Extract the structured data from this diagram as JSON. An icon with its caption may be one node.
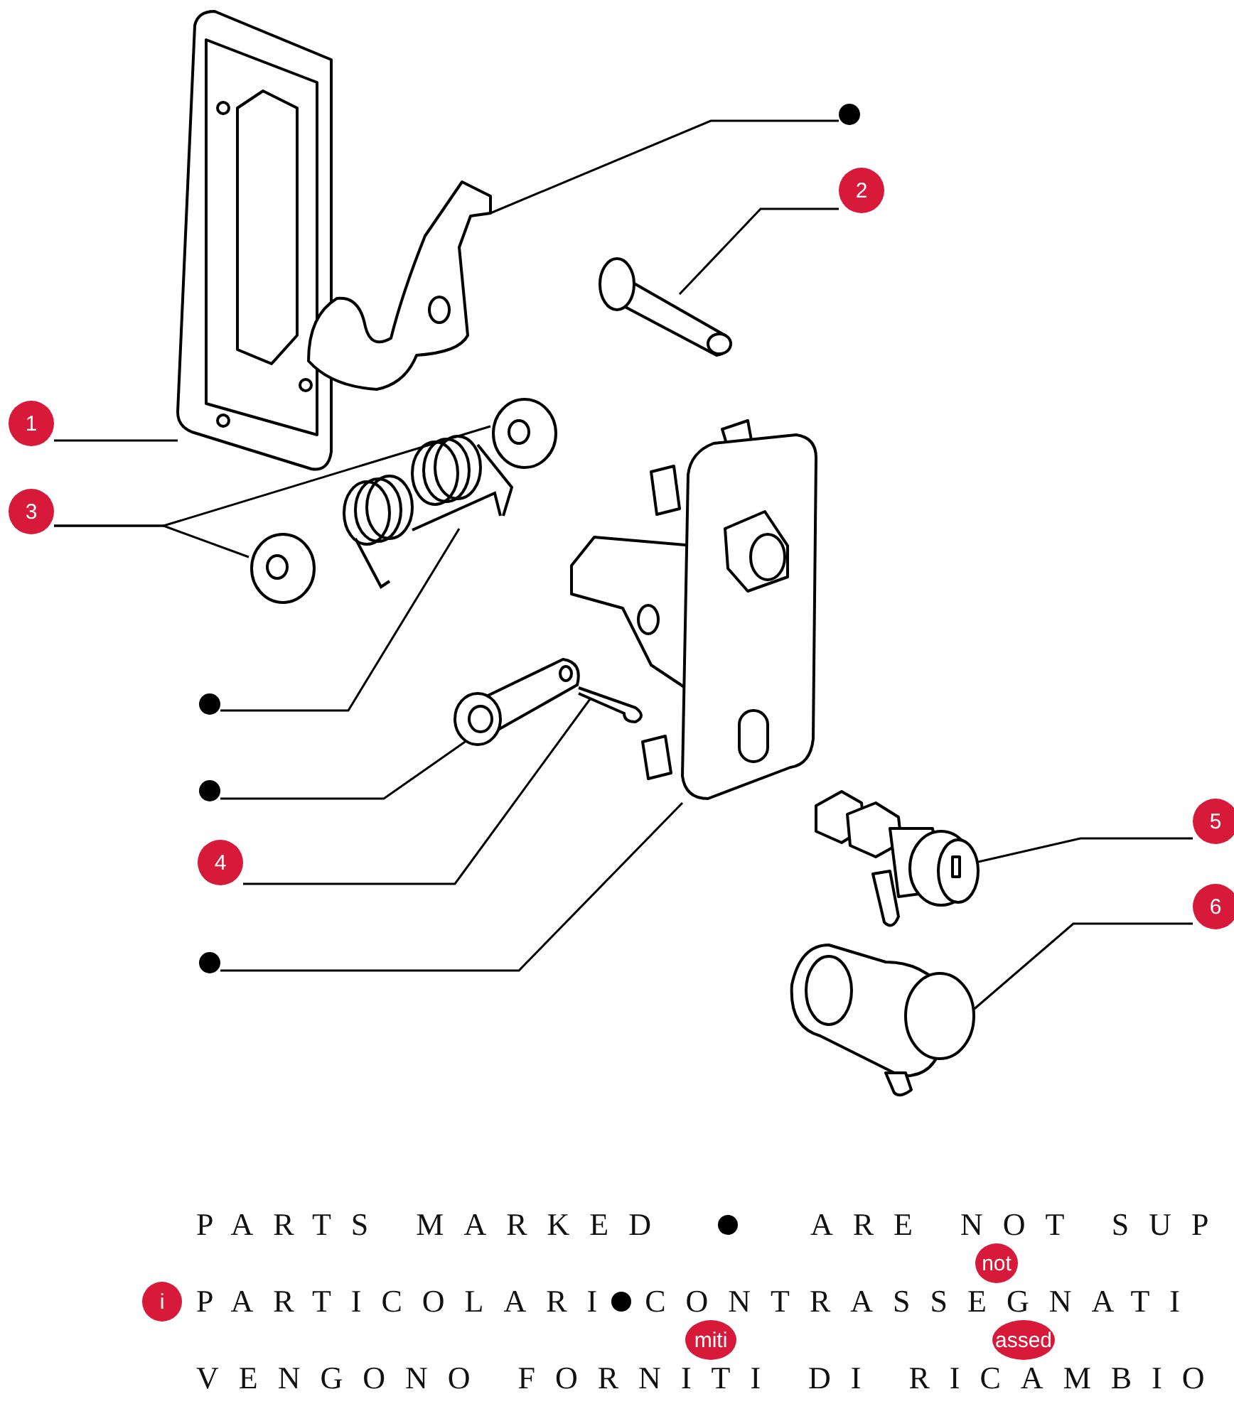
{
  "diagram": {
    "nodes": [
      {
        "text": [],
        "shape": "circle"
      },
      {
        "text": [
          "2"
        ]
      },
      {
        "text": [
          "1"
        ]
      },
      {
        "text": [
          "3"
        ]
      },
      {
        "text": [],
        "shape": "circle"
      },
      {
        "text": [],
        "shape": "circle"
      },
      {
        "text": [
          "4"
        ]
      },
      {
        "text": [],
        "shape": "circle"
      },
      {
        "text": [
          "5"
        ]
      },
      {
        "text": [
          "6"
        ]
      },
      {
        "text": [],
        "shape": "picture"
      },
      {
        "text": [],
        "shape": "picture"
      },
      {
        "text": [],
        "shape": "picture"
      },
      {
        "text": [],
        "shape": "picture"
      },
      {
        "text": [],
        "shape": "picture"
      },
      {
        "text": [],
        "shape": "picture"
      },
      {
        "text": [],
        "shape": "picture"
      },
      {
        "text": [],
        "shape": "picture"
      },
      {
        "text": [],
        "shape": "picture"
      },
      {
        "text": [],
        "shape": "picture"
      },
      {
        "text": [],
        "shape": "picture"
      },
      {
        "text": [],
        "shape": "circle"
      },
      {
        "text": [
          "not"
        ]
      },
      {
        "text": [
          "i"
        ]
      },
      {
        "text": [],
        "shape": "circle"
      },
      {
        "text": [
          "assed"
        ]
      },
      {
        "text": [
          "miti"
        ]
      }
    ],
    "edges": [
      {
        "from": 0,
        "to": 11,
        "arrow": "none"
      },
      {
        "from": 1,
        "to": 12,
        "arrow": "none"
      },
      {
        "from": 2,
        "to": 10,
        "arrow": "none"
      },
      {
        "from": 3,
        "to": 13,
        "arrow": "none"
      },
      {
        "from": 3,
        "to": 14,
        "arrow": "none"
      },
      {
        "from": 4,
        "to": 15,
        "arrow": "none"
      },
      {
        "from": 5,
        "to": 16,
        "arrow": "none"
      },
      {
        "from": 6,
        "to": 17,
        "arrow": "none"
      },
      {
        "from": 7,
        "to": 18,
        "arrow": "none"
      },
      {
        "from": 8,
        "to": 19,
        "arrow": "none"
      },
      {
        "from": 9,
        "to": 20,
        "arrow": "none"
      }
    ],
    "labels": [
      "PARTS MARKED",
      "ARE NOT SUP",
      "PARTICOLARI CONTRASSEGNATI",
      "VENGONO FORNITI DI RICAMBIO"
    ]
  }
}
